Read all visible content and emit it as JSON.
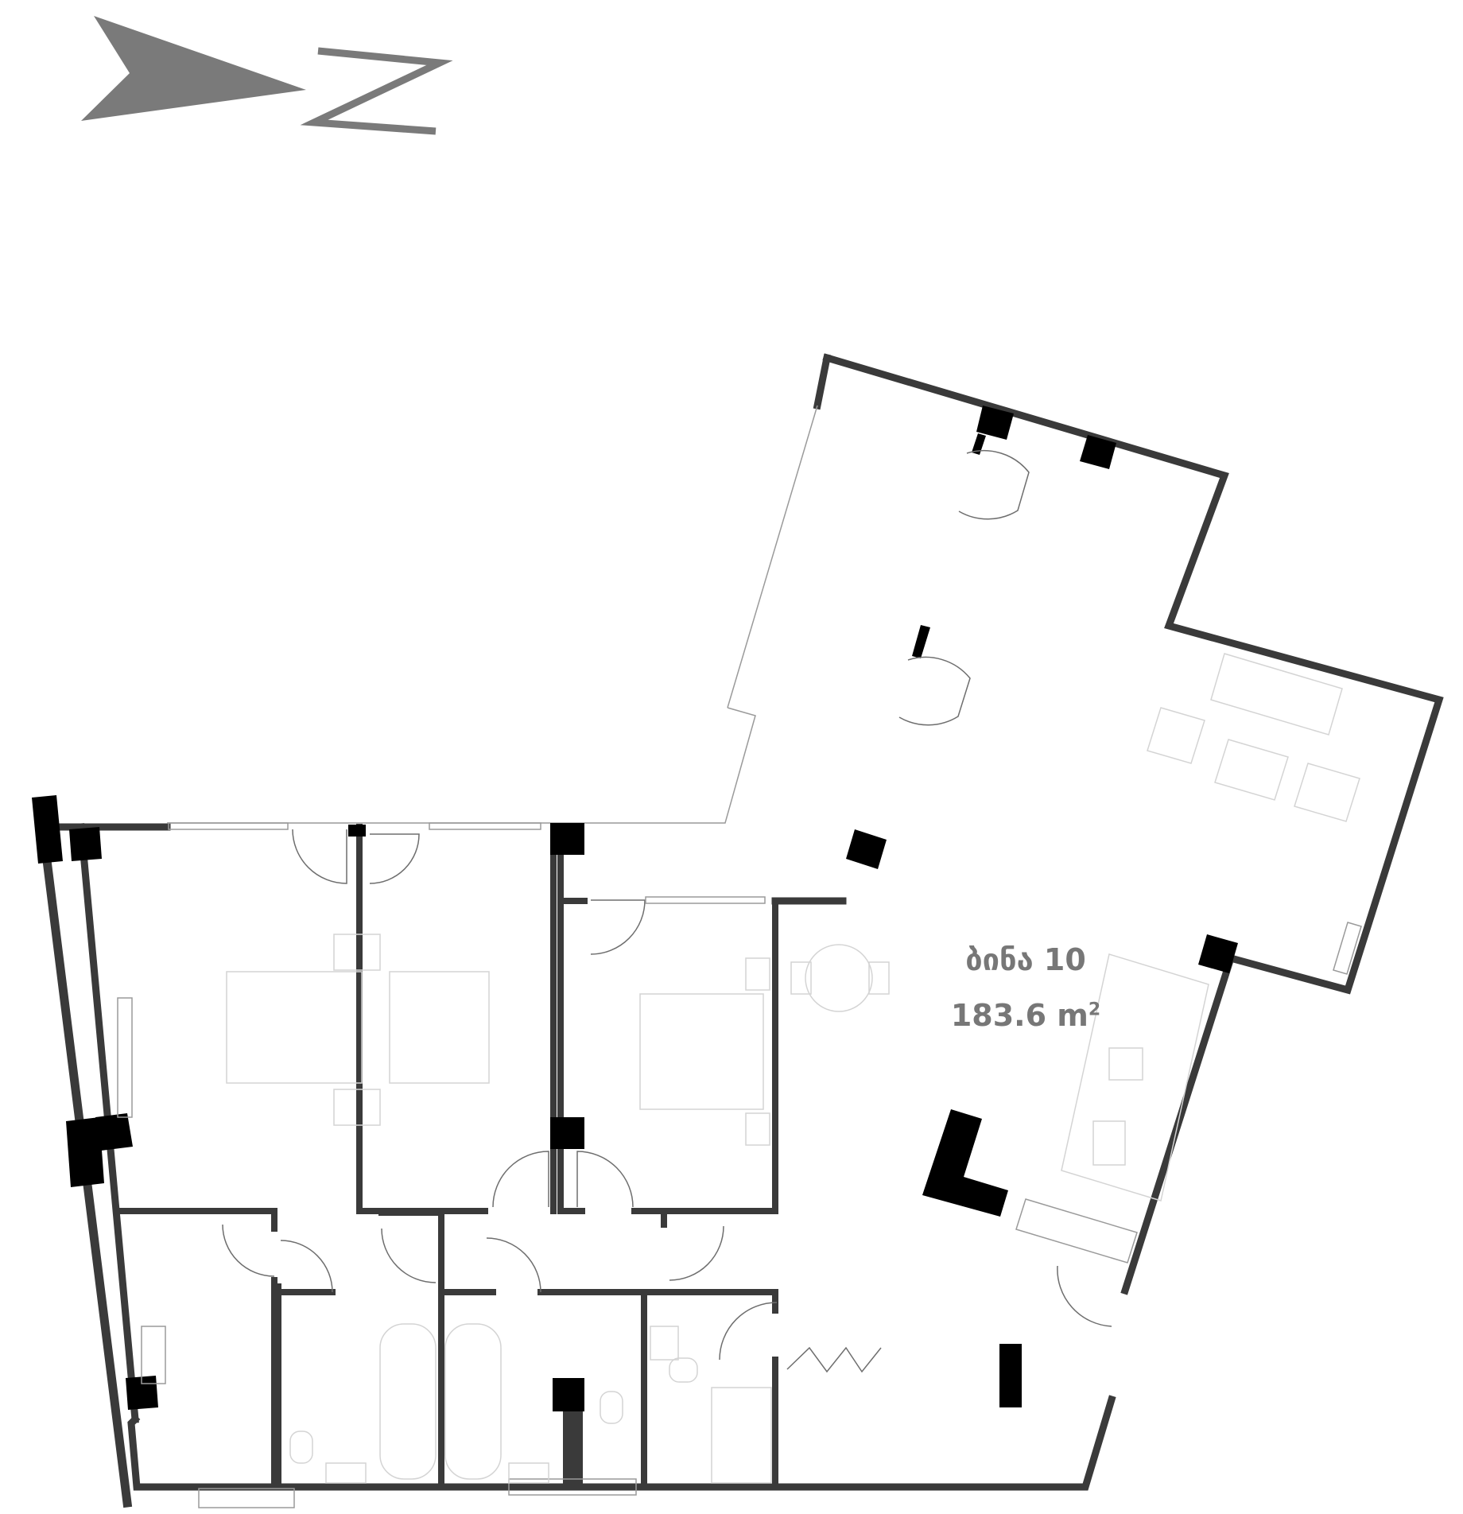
{
  "plan": {
    "apartment_name": "ბინა 10",
    "area_value": "183.6 m",
    "area_unit_sup": "2"
  },
  "compass": {
    "north_letter": "N",
    "icon": "north-arrow-icon"
  },
  "colors": {
    "wall": "#3a3a3a",
    "pillar": "#000000",
    "label": "#777777",
    "arrow": "#7a7a7a",
    "furniture": "#d4d4d4"
  }
}
